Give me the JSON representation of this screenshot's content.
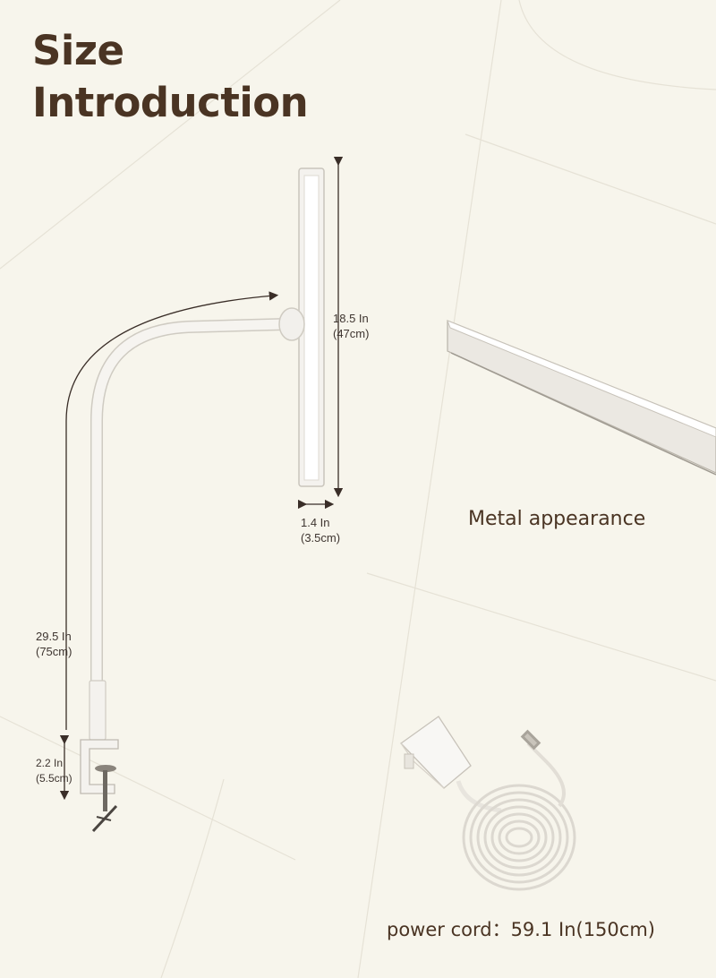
{
  "title": {
    "line1": "Size",
    "line2": "Introduction"
  },
  "dimensions": {
    "bar_length": {
      "imperial": "18.5 In",
      "metric": "(47cm)"
    },
    "bar_width": {
      "imperial": "1.4 In",
      "metric": "(3.5cm)"
    },
    "arm_height": {
      "imperial": "29.5 In",
      "metric": "(75cm)"
    },
    "clamp_height": {
      "imperial": "2.2 In",
      "metric": "(5.5cm)"
    }
  },
  "captions": {
    "metal": "Metal appearance",
    "power_cord": "power cord：59.1 In(150cm)"
  },
  "colors": {
    "background": "#f7f5ec",
    "title": "#4a3423",
    "lamp_white": "#f4f2ee",
    "outline": "#cfcbc2"
  }
}
